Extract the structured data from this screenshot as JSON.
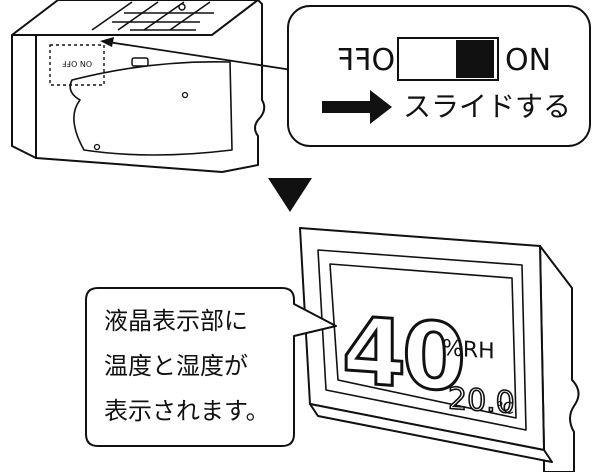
{
  "switch_callout": {
    "off_label": "OFF",
    "on_label": "ON",
    "action_text": "スライドする"
  },
  "device_back": {
    "switch_label": "ON OFF"
  },
  "display_callout": {
    "lines": [
      "液晶表示部に",
      "温度と湿度が",
      "表示されます。"
    ]
  },
  "lcd": {
    "humidity_value": "40",
    "humidity_unit": "%RH",
    "temperature_value": "20.0",
    "temperature_unit": "℃"
  }
}
